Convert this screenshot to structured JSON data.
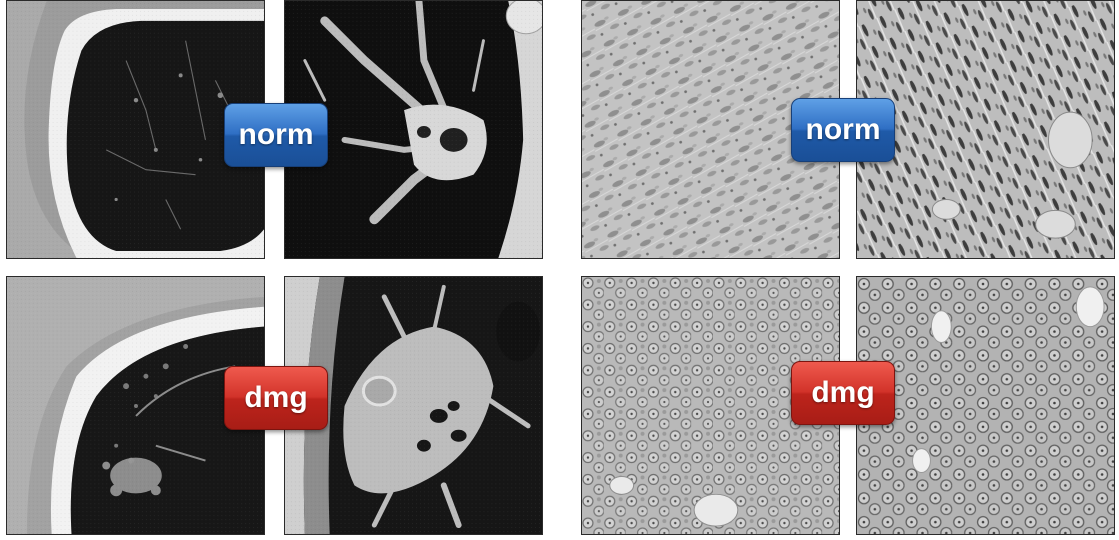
{
  "labels": {
    "ct_normal": "norm",
    "ct_damaged": "dmg",
    "histo_normal": "norm",
    "histo_damaged": "dmg"
  },
  "colors": {
    "normal_badge": "#2f6fc4",
    "damaged_badge": "#c8281f",
    "lung_dark": "#1a1a1a",
    "tissue_gray": "#b5b5b5"
  },
  "panels": [
    {
      "id": "ct-normal-periphery",
      "kind": "chest-ct"
    },
    {
      "id": "ct-normal-hilum",
      "kind": "chest-ct"
    },
    {
      "id": "ct-damaged-periphery",
      "kind": "chest-ct"
    },
    {
      "id": "ct-damaged-hilum",
      "kind": "chest-ct"
    },
    {
      "id": "histo-normal-a",
      "kind": "histology"
    },
    {
      "id": "histo-normal-b",
      "kind": "histology"
    },
    {
      "id": "histo-damaged-a",
      "kind": "histology"
    },
    {
      "id": "histo-damaged-b",
      "kind": "histology"
    }
  ]
}
